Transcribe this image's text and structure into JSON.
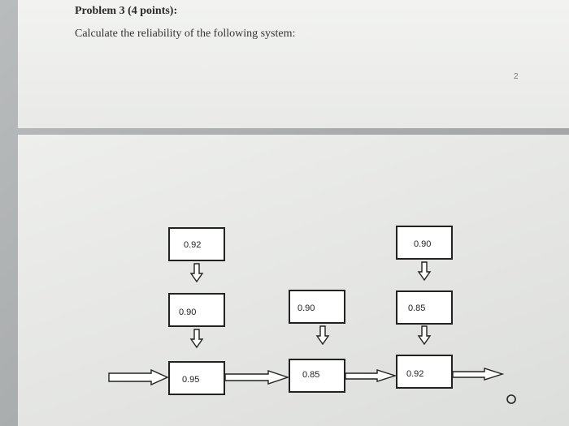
{
  "problem": {
    "heading": "Problem 3 (4 points):",
    "prompt": "Calculate the reliability of the following system:",
    "page_number": "2"
  },
  "diagram": {
    "blocks": [
      {
        "id": "b1",
        "value": "0.92"
      },
      {
        "id": "b2",
        "value": "0.90"
      },
      {
        "id": "b3",
        "value": "0.95"
      },
      {
        "id": "b4",
        "value": "0.90"
      },
      {
        "id": "b5",
        "value": "0.85"
      },
      {
        "id": "b6",
        "value": "0.90"
      },
      {
        "id": "b7",
        "value": "0.85"
      },
      {
        "id": "b8",
        "value": "0.92"
      }
    ]
  }
}
